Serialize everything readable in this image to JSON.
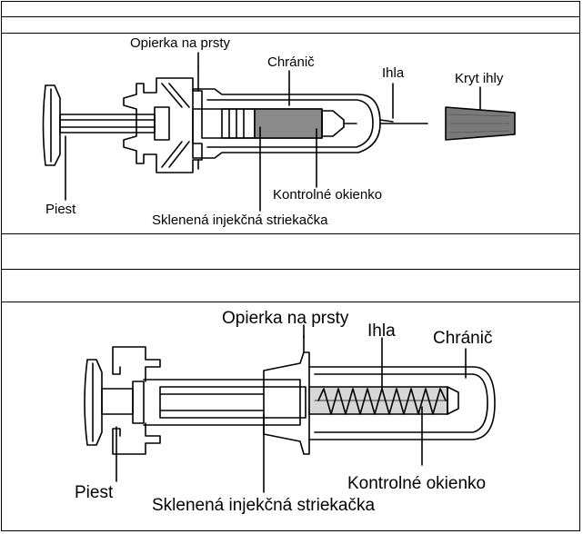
{
  "diagram_top": {
    "labels": {
      "finger_grip": "Opierka na prsty",
      "guard": "Chránič",
      "needle": "Ihla",
      "needle_cover": "Kryt ihly",
      "plunger": "Piest",
      "viewing_window": "Kontrolné okienko",
      "glass_syringe": "Sklenená injekčná striekačka"
    }
  },
  "diagram_bottom": {
    "labels": {
      "finger_grip": "Opierka na prsty",
      "needle": "Ihla",
      "guard": "Chránič",
      "plunger": "Piest",
      "viewing_window": "Kontrolné okienko",
      "glass_syringe": "Sklenená injekčná striekačka"
    }
  },
  "colors": {
    "line": "#000000",
    "grey_fill": "#8a8a8a",
    "light_fill": "#d6d6d6",
    "cover_fill": "#7a7a7a"
  }
}
